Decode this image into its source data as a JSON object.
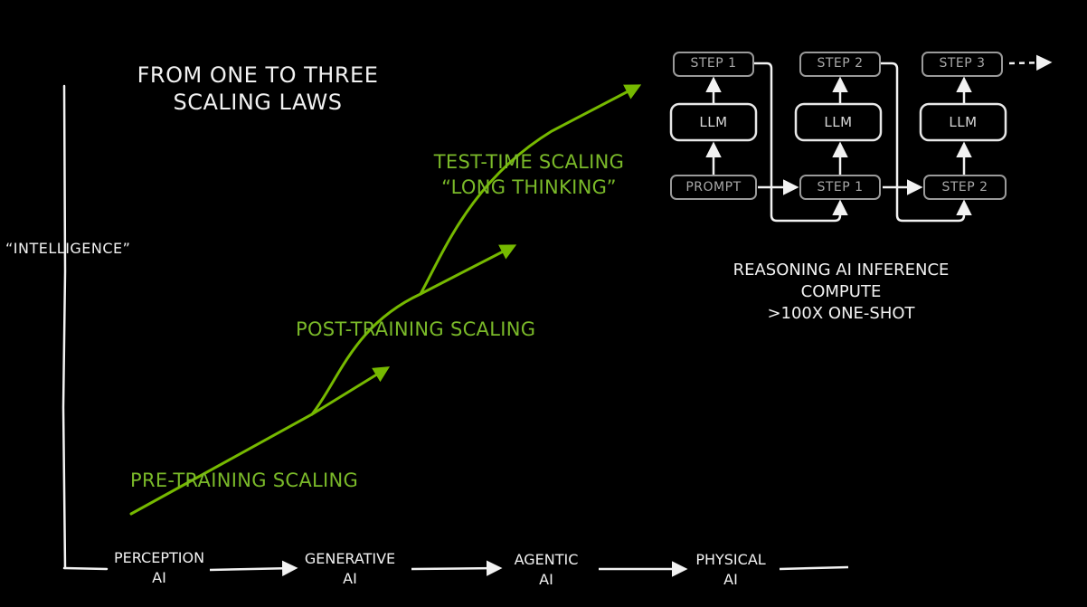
{
  "title": {
    "line1": "FROM ONE TO THREE",
    "line2": "SCALING LAWS"
  },
  "y_axis_label": "“INTELLIGENCE”",
  "stages": [
    {
      "line1": "PERCEPTION",
      "line2": "AI"
    },
    {
      "line1": "GENERATIVE",
      "line2": "AI"
    },
    {
      "line1": "AGENTIC",
      "line2": "AI"
    },
    {
      "line1": "PHYSICAL",
      "line2": "AI"
    }
  ],
  "scaling_laws": {
    "pre_training": "PRE-TRAINING SCALING",
    "post_training": "POST-TRAINING SCALING",
    "test_time_line1": "TEST-TIME SCALING",
    "test_time_line2": "“LONG THINKING”"
  },
  "reasoning_flow": {
    "top_steps": [
      "STEP 1",
      "STEP 2",
      "STEP 3"
    ],
    "llm": "LLM",
    "bottom_inputs": [
      "PROMPT",
      "STEP 1",
      "STEP 2"
    ]
  },
  "reasoning_caption": {
    "line1": "REASONING AI INFERENCE",
    "line2": "COMPUTE",
    "line3": ">100X ONE-SHOT"
  },
  "colors": {
    "background": "#000000",
    "foreground": "#f2f2f2",
    "accent_green": "#76b900",
    "box_stroke": "#e8e8e8",
    "dim_box_stroke": "#9a9a9a"
  }
}
